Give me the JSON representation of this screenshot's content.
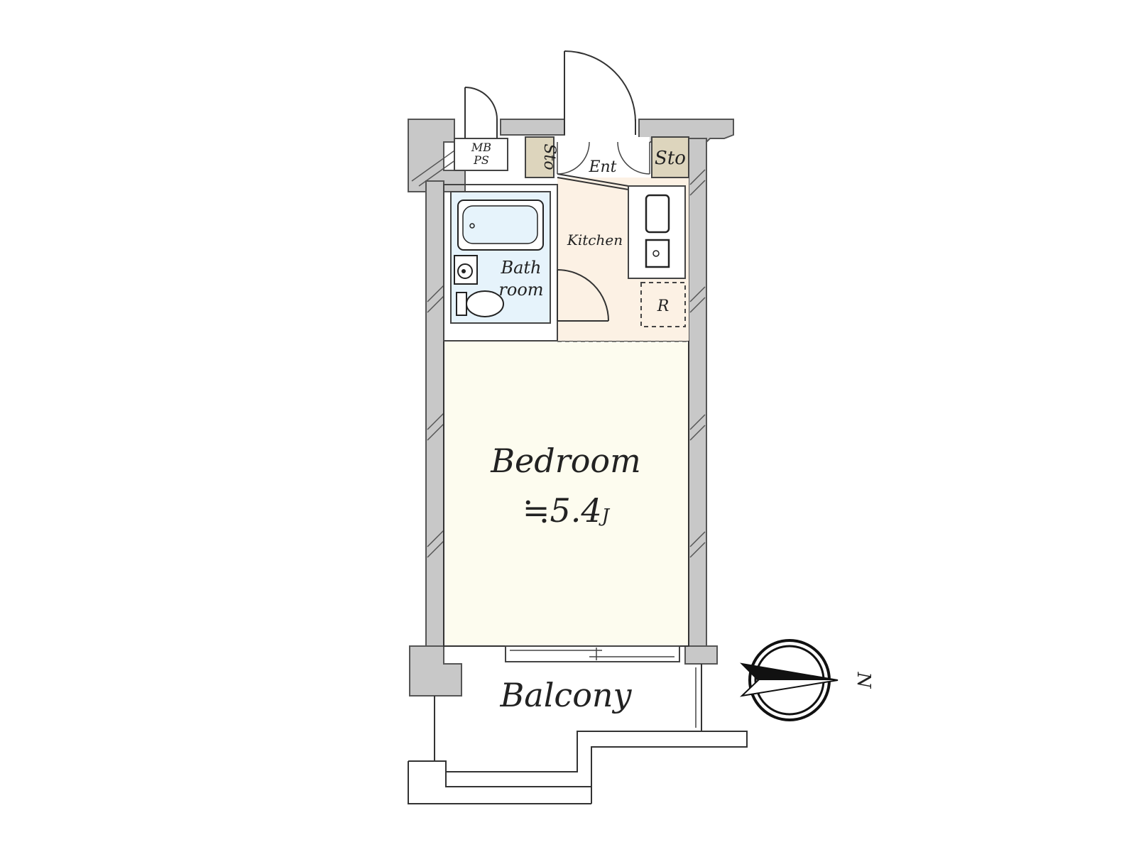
{
  "rooms": {
    "bedroom": {
      "name": "Bedroom",
      "size": "≒5.4",
      "unit": "J"
    },
    "kitchen": "Kitchen",
    "bathroom": {
      "line1": "Bath",
      "line2": "room"
    },
    "entrance": "Ent",
    "storage_left": "Sto",
    "storage_right": "Sto",
    "mbps": {
      "line1": "MB",
      "line2": "PS"
    },
    "refrigerator": "R",
    "balcony": "Balcony"
  },
  "compass": {
    "north_label": "N"
  },
  "colors": {
    "bedroom_fill": "#fdfcef",
    "kitchen_fill": "#fcf1e4",
    "bathroom_fill": "#e6f3fb",
    "storage_fill": "#ddd5bd",
    "wall_fill": "#c8c8c8"
  }
}
